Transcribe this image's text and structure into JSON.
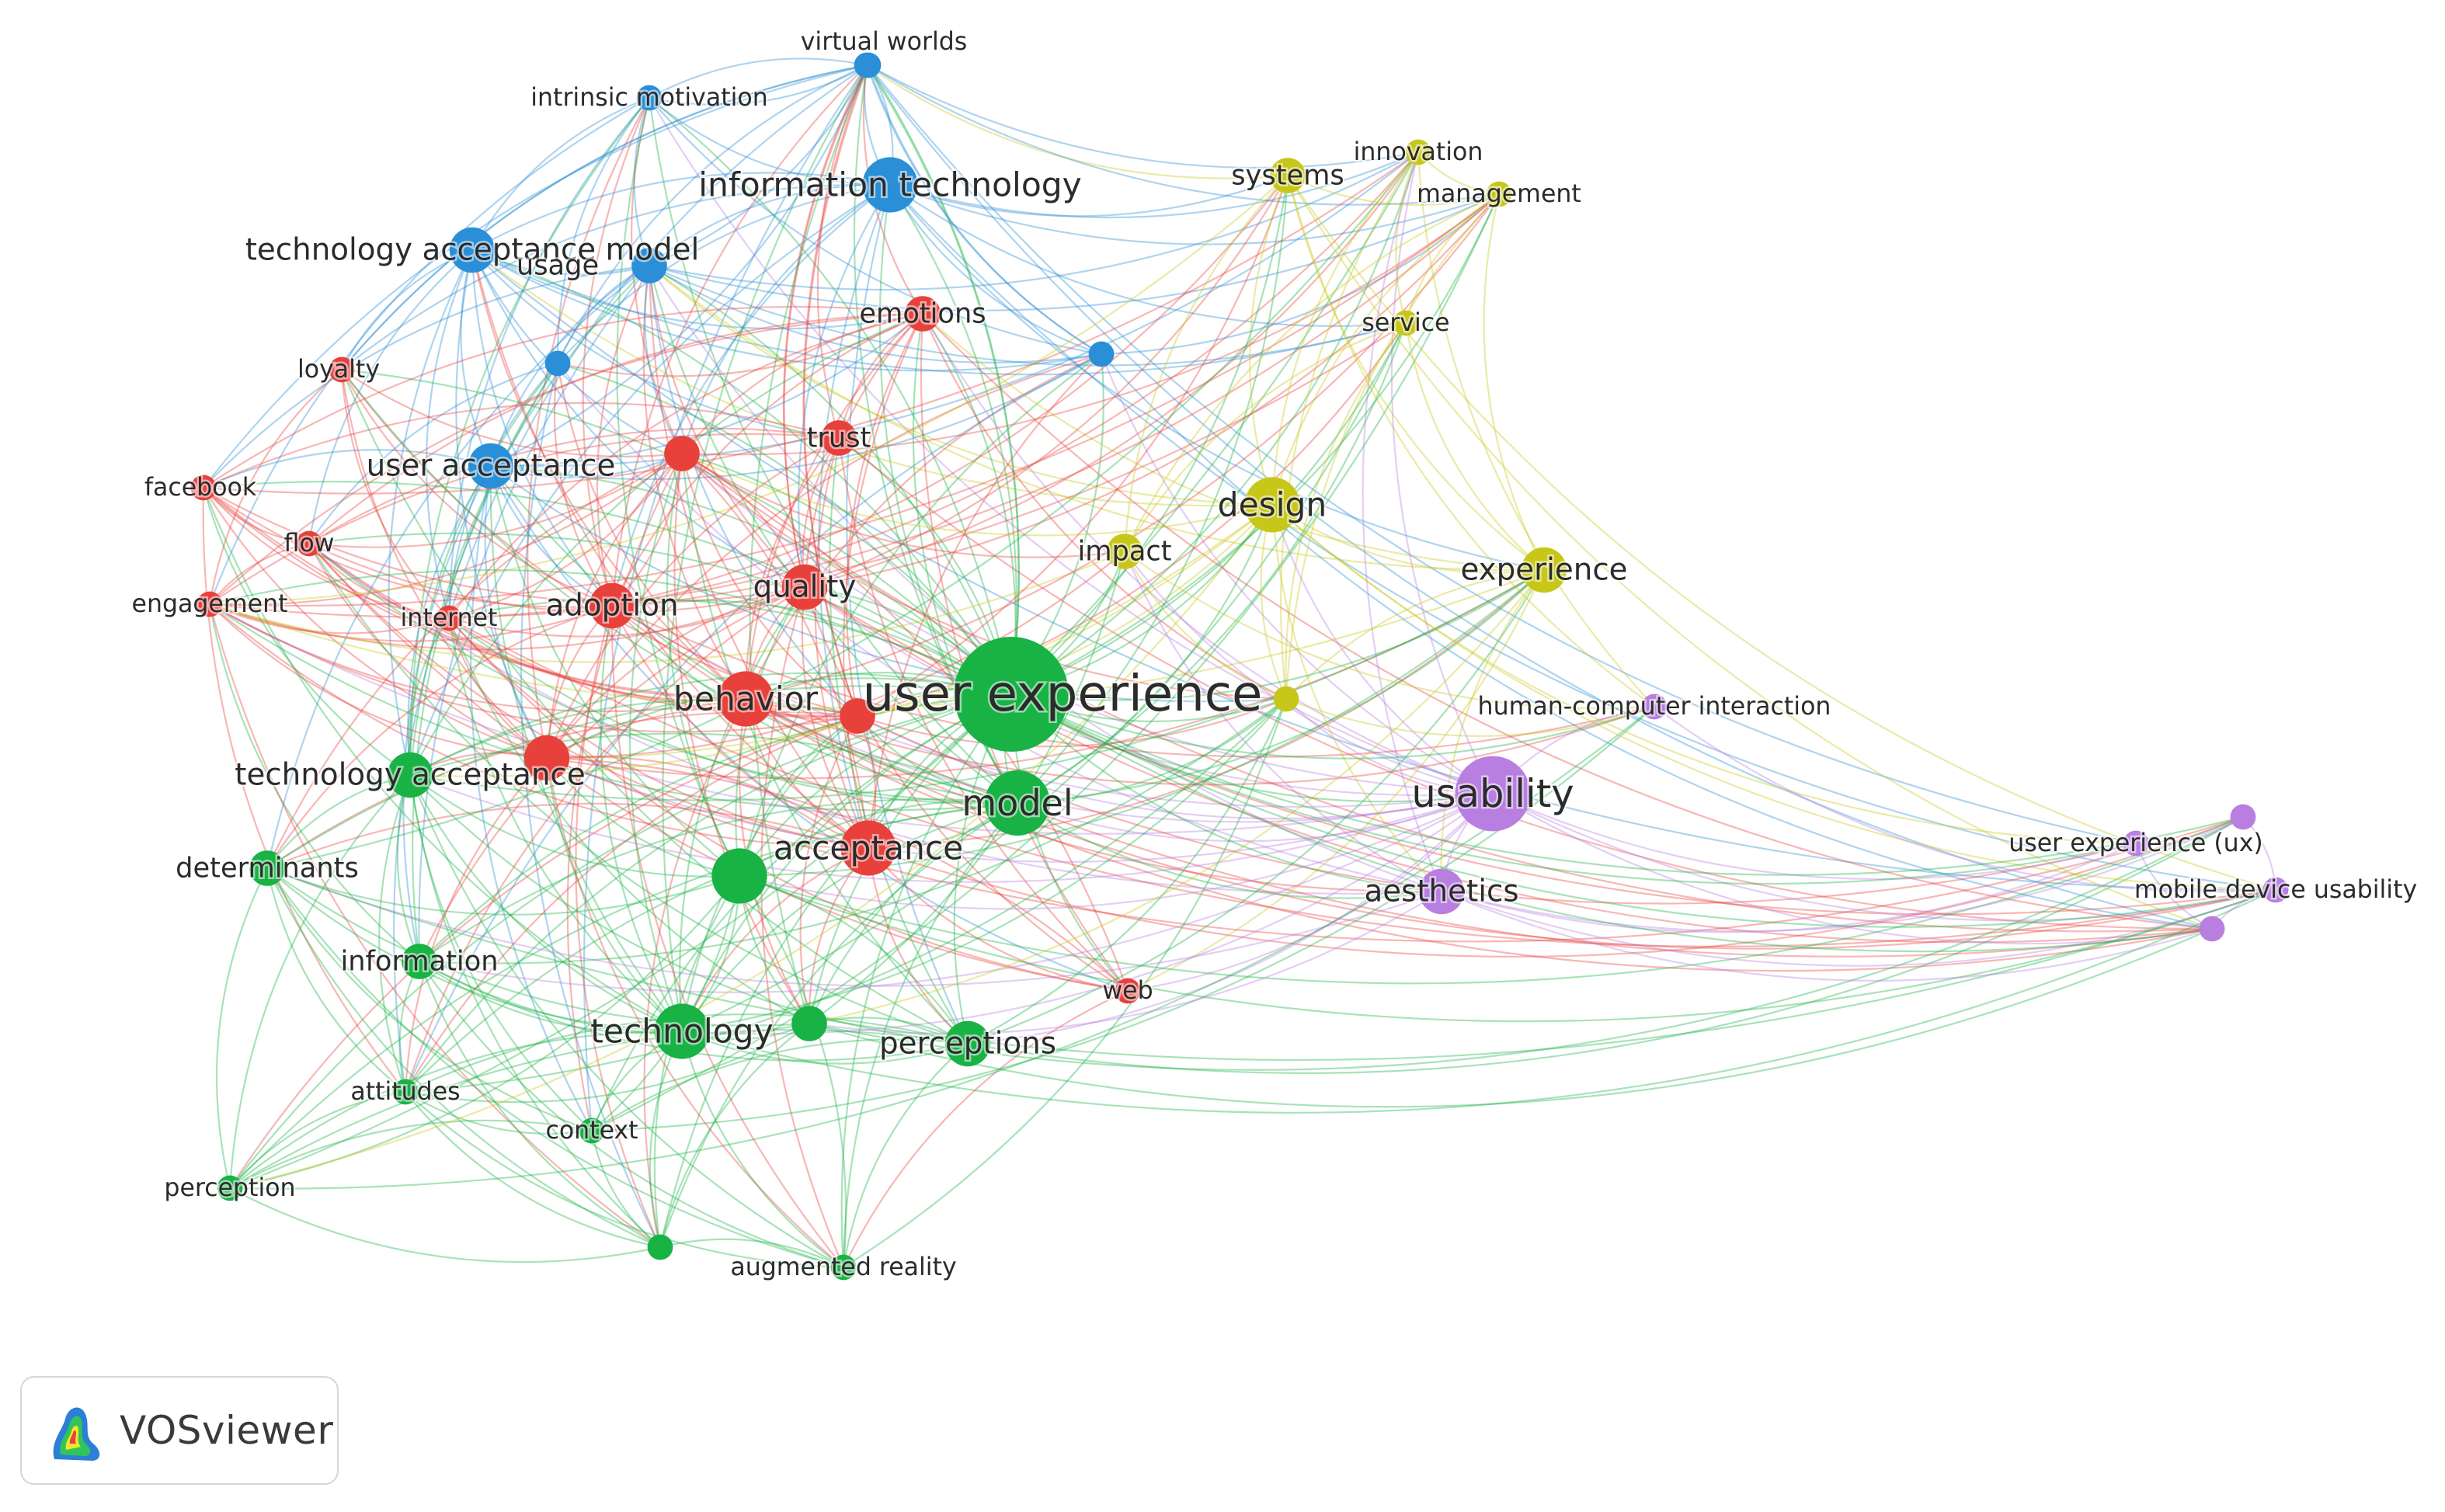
{
  "clusters": [
    {
      "id": "red",
      "color": "#e8413c"
    },
    {
      "id": "green",
      "color": "#19b245"
    },
    {
      "id": "blue",
      "color": "#2a8fd6"
    },
    {
      "id": "yellow",
      "color": "#c7c71a"
    },
    {
      "id": "purple",
      "color": "#b87fe0"
    }
  ],
  "nodes": [
    {
      "label": "virtual worlds",
      "cluster": "blue",
      "weight": 1
    },
    {
      "label": "intrinsic motivation",
      "cluster": "blue",
      "weight": 1
    },
    {
      "label": "information technology",
      "cluster": "blue",
      "weight": 4
    },
    {
      "label": "technology acceptance model",
      "cluster": "blue",
      "weight": 3
    },
    {
      "label": "usage",
      "cluster": "blue",
      "weight": 2
    },
    {
      "label": "user acceptance",
      "cluster": "blue",
      "weight": 3
    },
    {
      "label": "",
      "cluster": "blue",
      "weight": 1
    },
    {
      "label": "",
      "cluster": "blue",
      "weight": 1
    },
    {
      "label": "",
      "cluster": "blue",
      "weight": 1
    },
    {
      "label": "loyalty",
      "cluster": "red",
      "weight": 1
    },
    {
      "label": "emotions",
      "cluster": "red",
      "weight": 2
    },
    {
      "label": "trust",
      "cluster": "red",
      "weight": 2
    },
    {
      "label": "facebook",
      "cluster": "red",
      "weight": 1
    },
    {
      "label": "flow",
      "cluster": "red",
      "weight": 1
    },
    {
      "label": "engagement",
      "cluster": "red",
      "weight": 1
    },
    {
      "label": "internet",
      "cluster": "red",
      "weight": 1
    },
    {
      "label": "adoption",
      "cluster": "red",
      "weight": 3
    },
    {
      "label": "quality",
      "cluster": "red",
      "weight": 3
    },
    {
      "label": "behavior",
      "cluster": "red",
      "weight": 4
    },
    {
      "label": "acceptance",
      "cluster": "red",
      "weight": 4
    },
    {
      "label": "web",
      "cluster": "red",
      "weight": 1
    },
    {
      "label": "",
      "cluster": "red",
      "weight": 2
    },
    {
      "label": "",
      "cluster": "red",
      "weight": 2
    },
    {
      "label": "",
      "cluster": "red",
      "weight": 3
    },
    {
      "label": "user experience",
      "cluster": "green",
      "weight": 10
    },
    {
      "label": "model",
      "cluster": "green",
      "weight": 5
    },
    {
      "label": "technology acceptance",
      "cluster": "green",
      "weight": 3
    },
    {
      "label": "determinants",
      "cluster": "green",
      "weight": 2
    },
    {
      "label": "information",
      "cluster": "green",
      "weight": 2
    },
    {
      "label": "technology",
      "cluster": "green",
      "weight": 4
    },
    {
      "label": "perceptions",
      "cluster": "green",
      "weight": 3
    },
    {
      "label": "attitudes",
      "cluster": "green",
      "weight": 1
    },
    {
      "label": "context",
      "cluster": "green",
      "weight": 1
    },
    {
      "label": "perception",
      "cluster": "green",
      "weight": 1
    },
    {
      "label": "augmented reality",
      "cluster": "green",
      "weight": 1
    },
    {
      "label": "",
      "cluster": "green",
      "weight": 4
    },
    {
      "label": "",
      "cluster": "green",
      "weight": 2
    },
    {
      "label": "",
      "cluster": "green",
      "weight": 1
    },
    {
      "label": "systems",
      "cluster": "yellow",
      "weight": 2
    },
    {
      "label": "innovation",
      "cluster": "yellow",
      "weight": 1
    },
    {
      "label": "management",
      "cluster": "yellow",
      "weight": 1
    },
    {
      "label": "service",
      "cluster": "yellow",
      "weight": 1
    },
    {
      "label": "design",
      "cluster": "yellow",
      "weight": 4
    },
    {
      "label": "impact",
      "cluster": "yellow",
      "weight": 2
    },
    {
      "label": "experience",
      "cluster": "yellow",
      "weight": 3
    },
    {
      "label": "",
      "cluster": "yellow",
      "weight": 1
    },
    {
      "label": "human-computer interaction",
      "cluster": "purple",
      "weight": 1
    },
    {
      "label": "usability",
      "cluster": "purple",
      "weight": 6
    },
    {
      "label": "aesthetics",
      "cluster": "purple",
      "weight": 3
    },
    {
      "label": "user experience (ux)",
      "cluster": "purple",
      "weight": 1
    },
    {
      "label": "mobile device usability",
      "cluster": "purple",
      "weight": 1
    },
    {
      "label": "",
      "cluster": "purple",
      "weight": 1
    },
    {
      "label": "",
      "cluster": "purple",
      "weight": 1
    }
  ],
  "branding": {
    "logo_text": "VOSviewer",
    "logo_icon": "vosviewer-logo-icon"
  }
}
